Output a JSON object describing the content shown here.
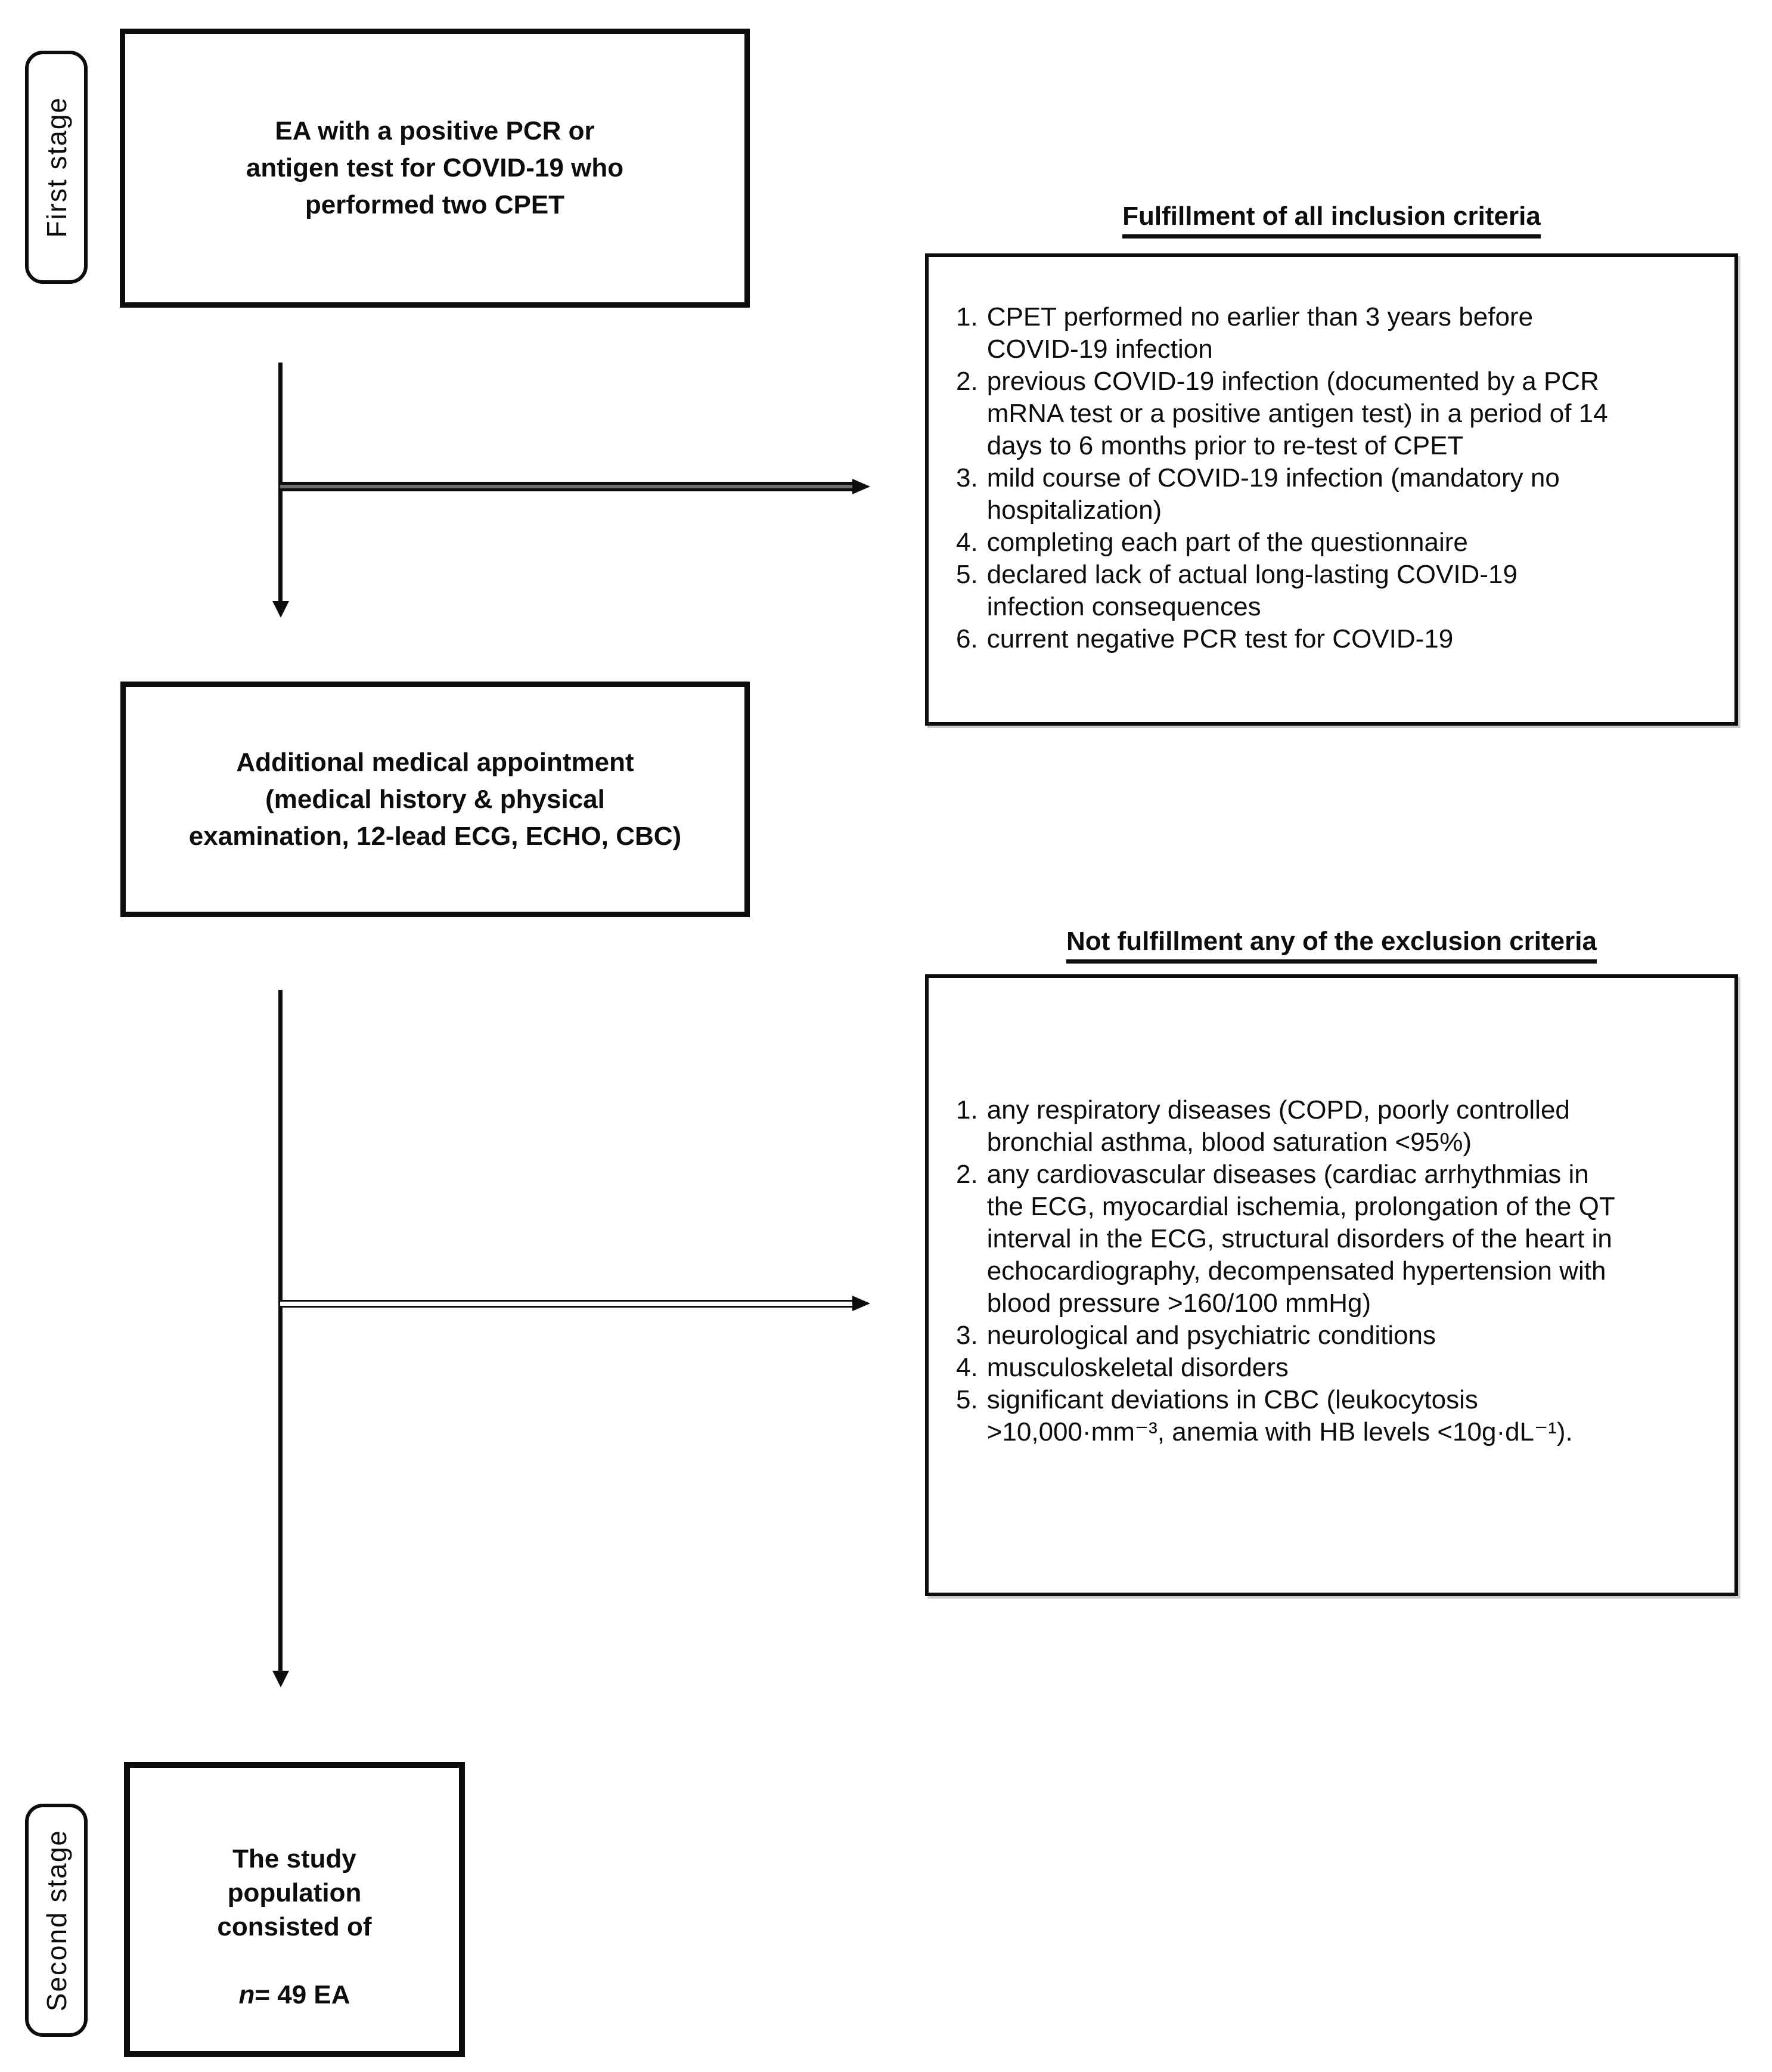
{
  "figure": {
    "type": "study-selection-flowchart"
  },
  "colors": {
    "ink": "#0d0d0d",
    "arrow_fill": "#707070",
    "background": "#ffffff"
  },
  "stages": {
    "first": "First stage",
    "second": "Second stage"
  },
  "boxes": {
    "top_text": "EA with a positive PCR or\nantigen test for COVID-19 who\nperformed two CPET",
    "middle_text": "Additional medical appointment\n(medical history & physical\nexamination, 12-lead ECG, ECHO, CBC)",
    "bottom": {
      "lead_lines": "The study\npopulation\nconsisted of",
      "n_symbol": "n",
      "n_value": "= 49 EA"
    }
  },
  "inclusion": {
    "heading": "Fulfillment of all inclusion criteria",
    "items": [
      {
        "n": "1.",
        "t": "CPET performed no earlier than 3 years before\nCOVID-19 infection"
      },
      {
        "n": "2.",
        "t": "previous COVID-19 infection (documented by a PCR\nmRNA test or a positive antigen test) in a period of 14\ndays to 6 months prior to re-test of CPET"
      },
      {
        "n": "3.",
        "t": "mild course of COVID-19 infection (mandatory no\nhospitalization)"
      },
      {
        "n": "4.",
        "t": "completing each part of the questionnaire"
      },
      {
        "n": "5.",
        "t": "declared lack of actual long-lasting COVID-19\ninfection consequences"
      },
      {
        "n": "6.",
        "t": "current negative PCR test for COVID-19"
      }
    ]
  },
  "exclusion": {
    "heading": "Not fulfillment any of the exclusion criteria",
    "items": [
      {
        "n": "1.",
        "t": "any respiratory diseases (COPD, poorly controlled\nbronchial asthma, blood saturation <95%)"
      },
      {
        "n": "2.",
        "t": "any cardiovascular diseases (cardiac arrhythmias in\nthe ECG, myocardial ischemia, prolongation of the QT\ninterval in the ECG, structural disorders of the heart in\nechocardiography, decompensated hypertension with\nblood pressure >160/100 mmHg)"
      },
      {
        "n": "3.",
        "t": "neurological and psychiatric conditions"
      },
      {
        "n": "4.",
        "t": "musculoskeletal disorders"
      },
      {
        "n": "5.",
        "t": "significant deviations in CBC (leukocytosis\n>10,000·mm⁻³, anemia with HB levels <10g·dL⁻¹)."
      }
    ]
  }
}
